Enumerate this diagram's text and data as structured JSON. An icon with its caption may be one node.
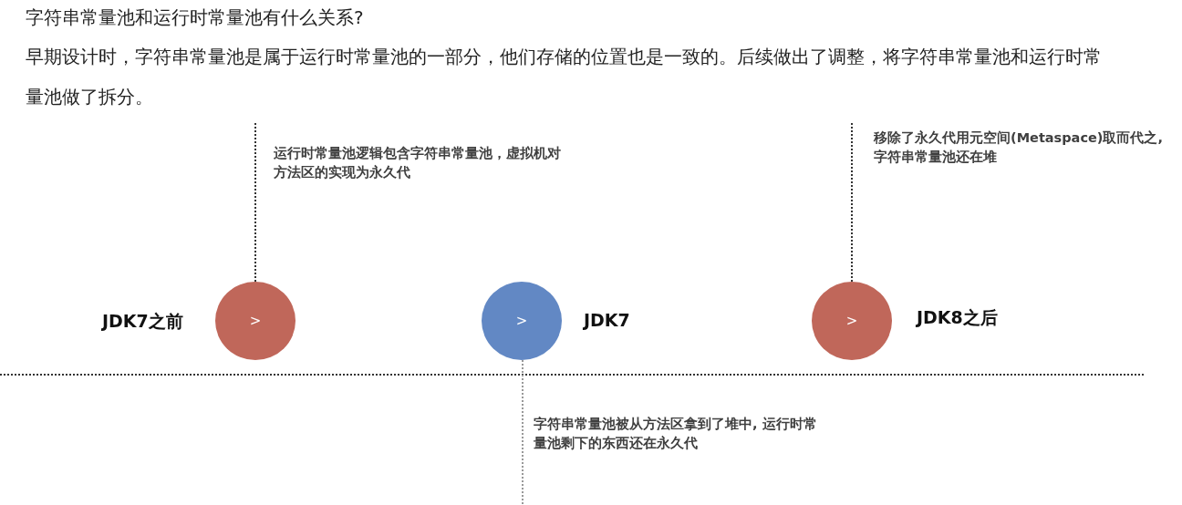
{
  "diagram": {
    "title": "字符串常量池和运行时常量池有什么关系?",
    "nodes": [
      {
        "text": [
          ">"
        ],
        "beside": [
          "JDK7之前"
        ]
      },
      {
        "text": [
          ">"
        ],
        "beside": [
          "JDK7"
        ]
      },
      {
        "text": [
          ">"
        ],
        "beside": [
          "JDK8之后"
        ]
      }
    ],
    "labels": [
      "早期设计时，字符串常量池是属于运行时常量池的一部分，他们存储的位置也是一致的。后续做出了调整，将字符串常量池和运行时常量池做了拆分。",
      "运行时常量池逻辑包含字符串常量池，虚拟机对方法区的实现为永久代",
      "移除了永久代用元空间(Metaspace)取而代之, 字符串常量池还在堆",
      "字符串常量池被从方法区拿到了堆中, 运行时常量池剩下的东西还在永久代"
    ]
  }
}
